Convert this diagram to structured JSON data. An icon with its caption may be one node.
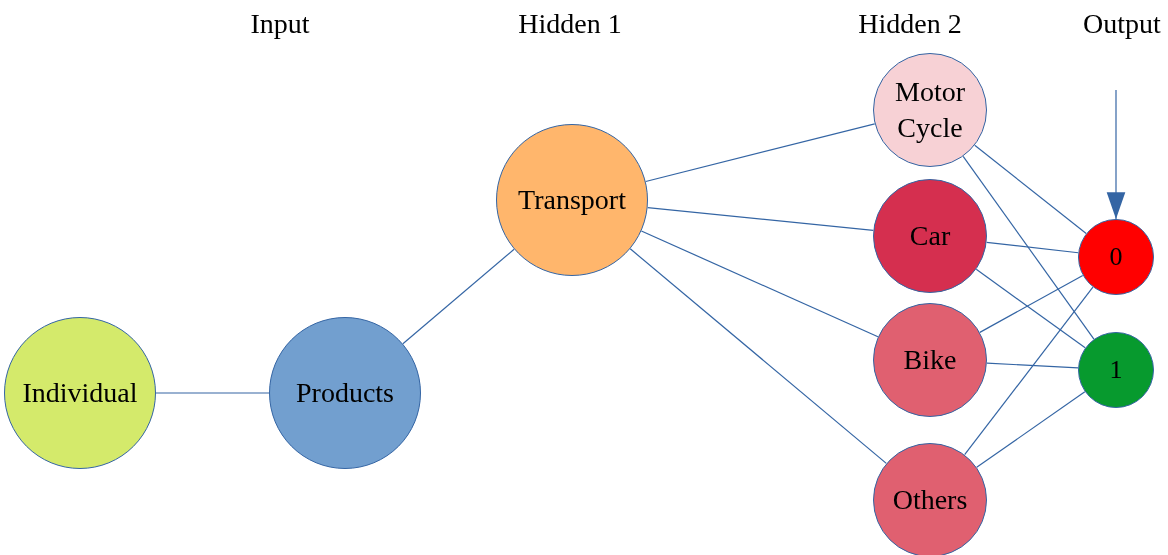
{
  "diagram": {
    "nodes": [
      {
        "text": [
          "Individual"
        ]
      },
      {
        "text": [
          "Products"
        ]
      },
      {
        "text": [
          "Transport"
        ]
      },
      {
        "text": [
          "Motor Cycle"
        ]
      },
      {
        "text": [
          "Car"
        ]
      },
      {
        "text": [
          "Bike"
        ]
      },
      {
        "text": [
          "Others"
        ]
      },
      {
        "text": [
          "0"
        ]
      },
      {
        "text": [
          "1"
        ]
      }
    ],
    "edges": [
      {
        "from": 0,
        "to": 1,
        "arrow": "none"
      },
      {
        "from": 1,
        "to": 2,
        "arrow": "none"
      },
      {
        "from": 2,
        "to": 3,
        "arrow": "none"
      },
      {
        "from": 2,
        "to": 4,
        "arrow": "none"
      },
      {
        "from": 2,
        "to": 5,
        "arrow": "none"
      },
      {
        "from": 2,
        "to": 6,
        "arrow": "none"
      },
      {
        "from": 3,
        "to": 7,
        "arrow": "none"
      },
      {
        "from": 3,
        "to": 8,
        "arrow": "none"
      },
      {
        "from": 4,
        "to": 7,
        "arrow": "none"
      },
      {
        "from": 4,
        "to": 8,
        "arrow": "none"
      },
      {
        "from": 5,
        "to": 7,
        "arrow": "none"
      },
      {
        "from": 5,
        "to": 8,
        "arrow": "none"
      },
      {
        "from": 6,
        "to": 7,
        "arrow": "none"
      },
      {
        "from": 6,
        "to": 8,
        "arrow": "none"
      },
      {
        "from": null,
        "to": 7,
        "arrow": "to"
      }
    ],
    "labels": [
      "Input",
      "Hidden 1",
      "Hidden 2",
      "Output"
    ]
  }
}
